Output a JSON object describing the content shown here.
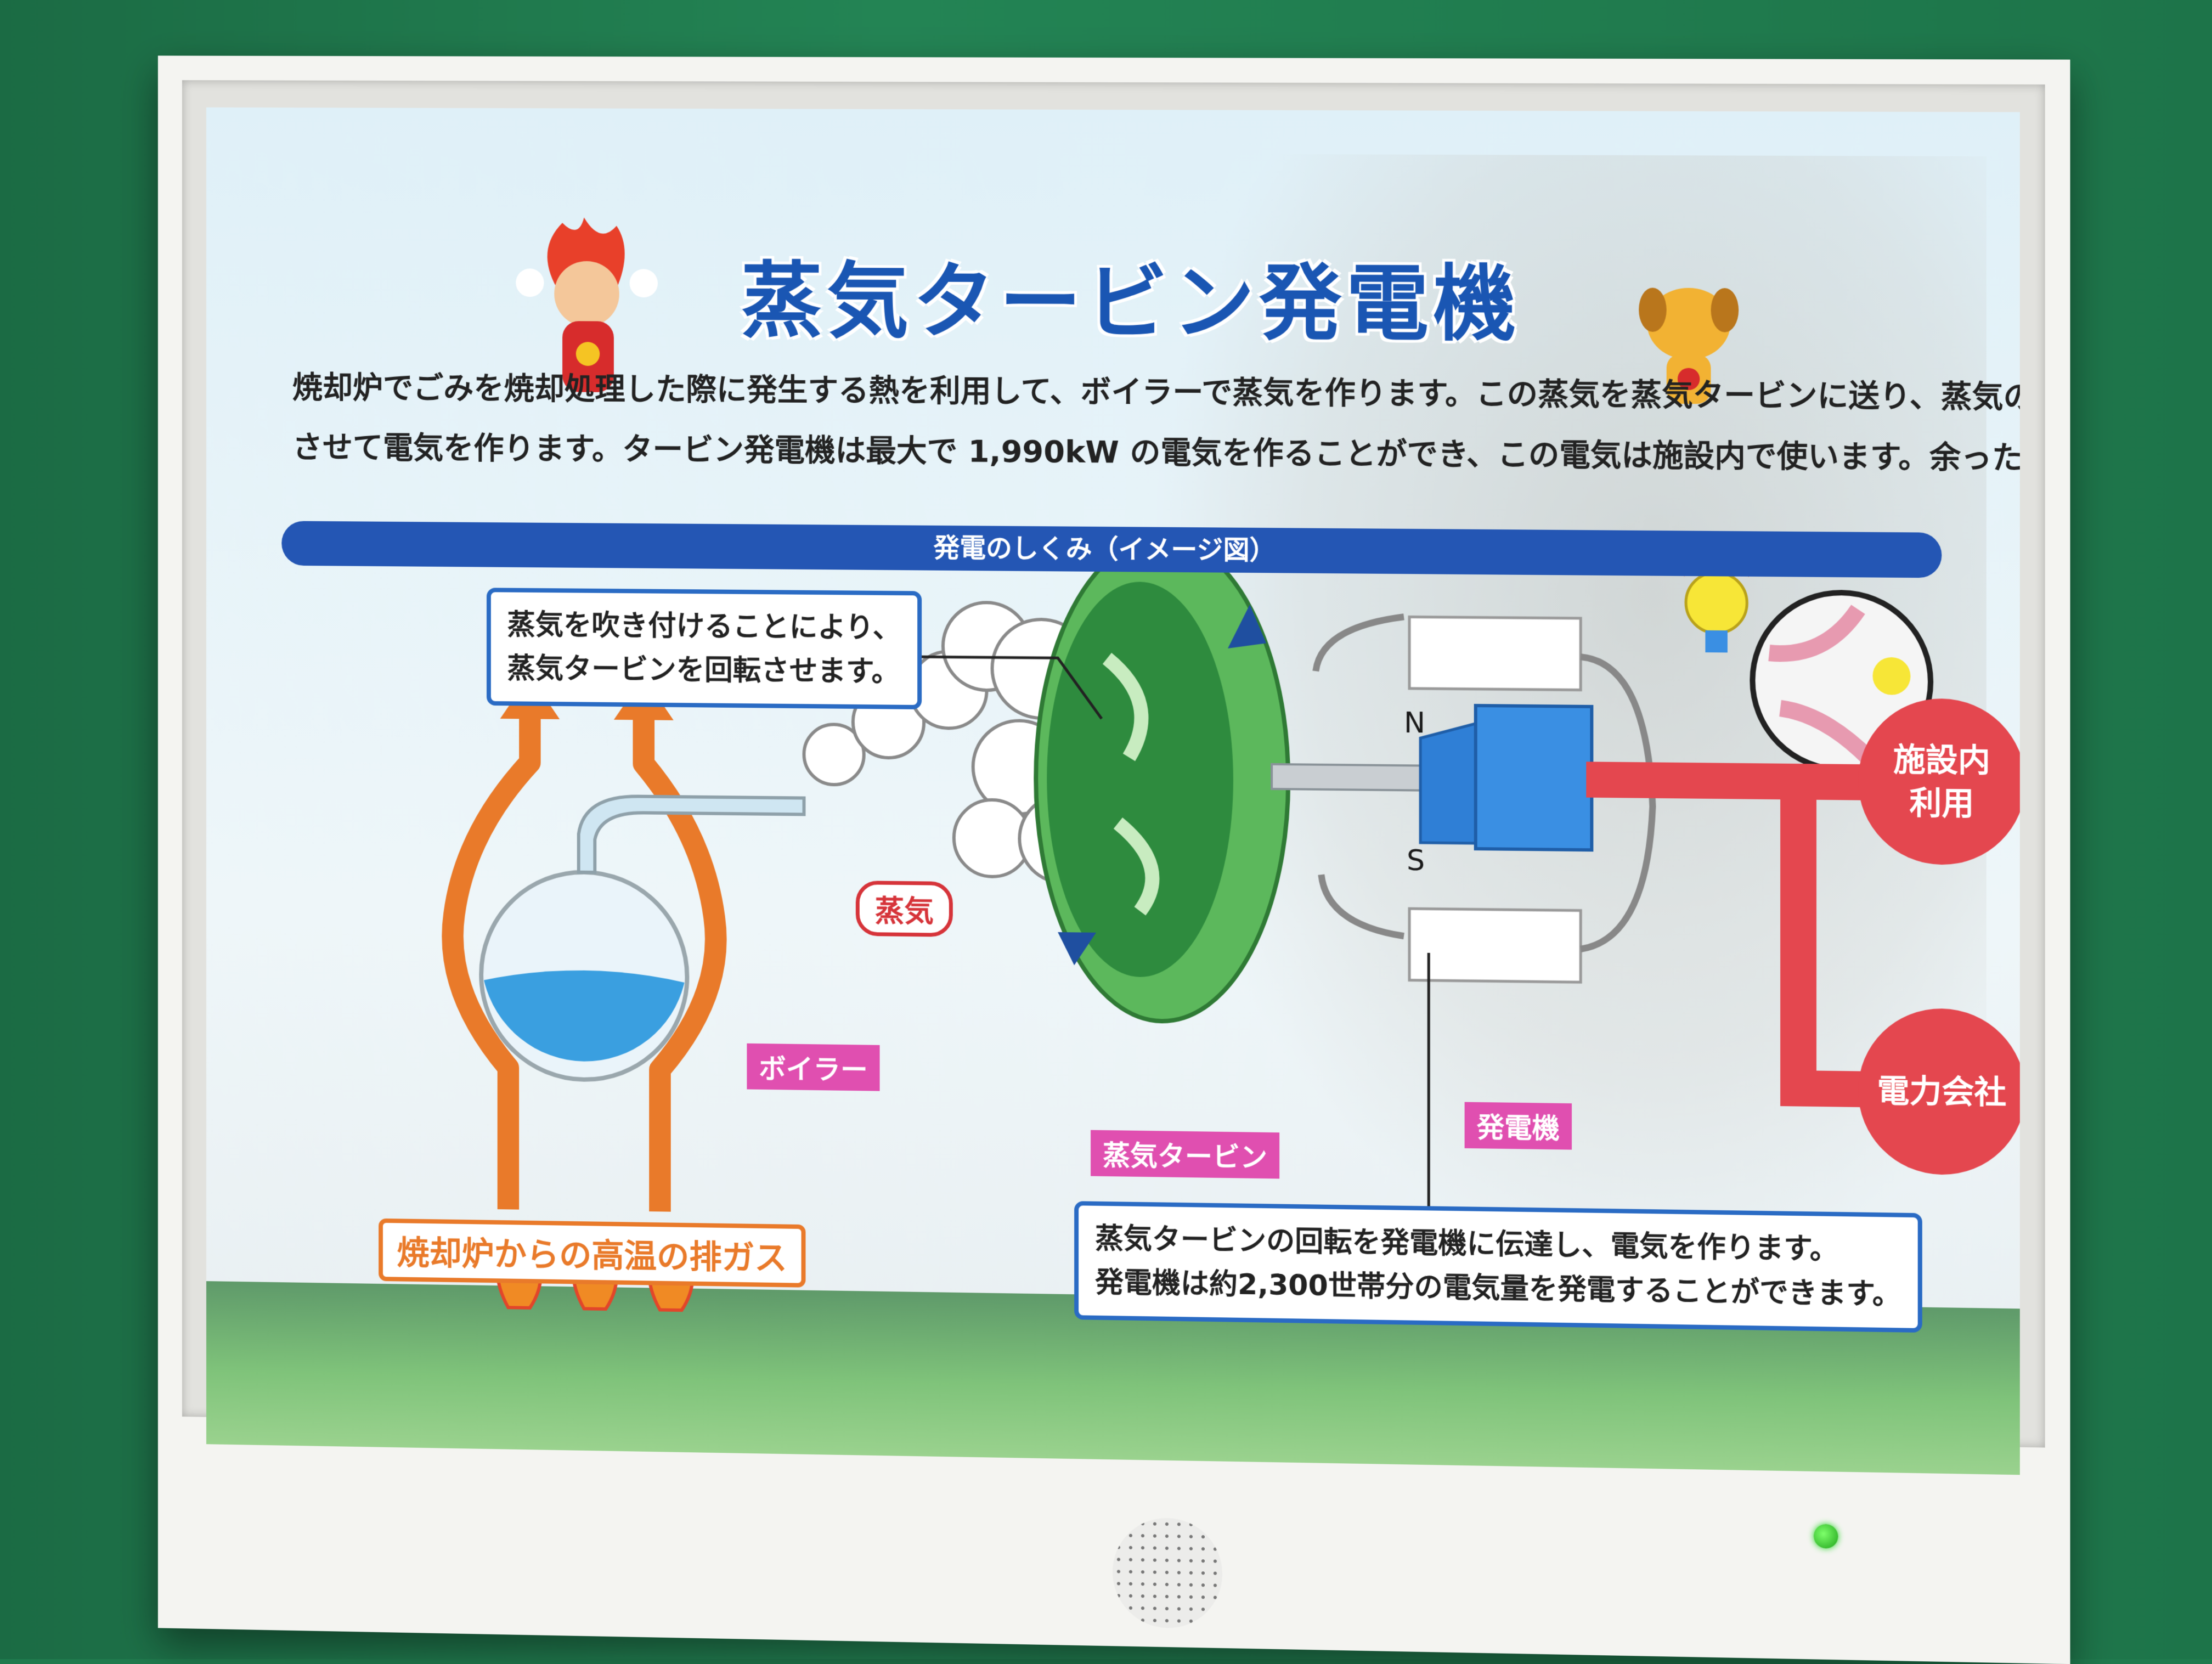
{
  "title": "蒸気タービン発電機",
  "intro": {
    "line1": "焼却炉でごみを焼却処理した際に発生する熱を利用して、ボイラーで蒸気を作ります。この蒸気を蒸気タービンに送り、蒸気の力でタービン発電機を回転",
    "line2": "させて電気を作ります。タービン発電機は最大で 1,990kW の電気を作ることができ、この電気は施設内で使います。余った電気は電力会社に売電しています。"
  },
  "section_banner": "発電のしくみ（イメージ図）",
  "callout_top": {
    "line1": "蒸気を吹き付けることにより、",
    "line2": "蒸気タービンを回転させます。"
  },
  "callout_bottom": {
    "line1": "蒸気タービンの回転を発電機に伝達し、電気を作ります。",
    "line2": "発電機は約2,300世帯分の電気量を発電することができます。"
  },
  "labels": {
    "steam": "蒸気",
    "boiler": "ボイラー",
    "turbine": "蒸気タービン",
    "generator": "発電機",
    "exhaust": "焼却炉からの高温の排ガス",
    "magnet_n": "N",
    "magnet_s": "S"
  },
  "outputs": {
    "facility_line1": "施設内",
    "facility_line2": "利用",
    "utility": "電力会社"
  },
  "colors": {
    "title_blue": "#1a56b3",
    "banner_blue": "#2456b4",
    "arrow_red": "#e4474f",
    "turbine_green": "#3a9a3e",
    "magnet_blue": "#2f7fd6",
    "exhaust_orange": "#e97a2a",
    "tag_pink": "#e04fb0",
    "wall_green": "#1f7a4d"
  },
  "icons": [
    "flame-icon",
    "light-bulb-icon",
    "mascot-fire-character",
    "mascot-dog-character"
  ]
}
